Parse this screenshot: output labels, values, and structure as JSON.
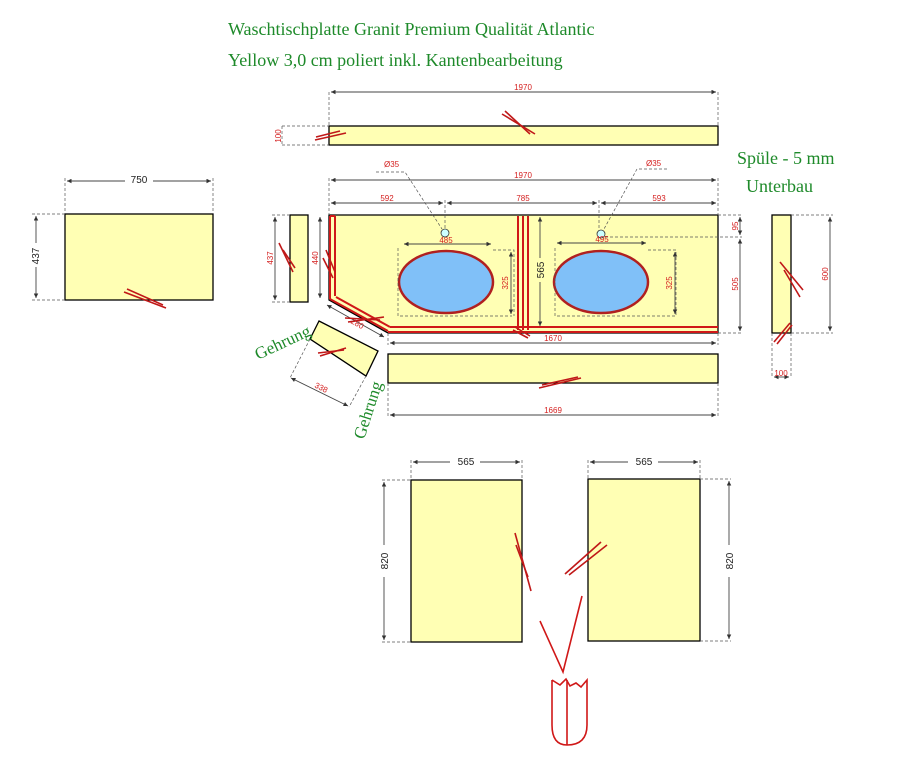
{
  "title": {
    "line1": "Waschtischplatte Granit Premium Qualität Atlantic",
    "line2": "Yellow 3,0 cm poliert inkl. Kantenbearbeitung"
  },
  "notes": {
    "sink": "Spüle - 5 mm",
    "mount": "Unterbau",
    "miter1": "Gehrung",
    "miter2": "Gehrung"
  },
  "top_strip": {
    "length": "1970",
    "height": "100"
  },
  "main_top": {
    "total_length": "1970",
    "seg_left": "592",
    "seg_mid": "785",
    "seg_right": "593",
    "hole_left": "Ø35",
    "hole_right": "Ø35",
    "sink_left_width": "485",
    "sink_right_width": "495",
    "sink_left_depth": "325",
    "sink_right_depth": "325",
    "depth": "565",
    "hole_offset": "95",
    "right_depth": "505",
    "bottom_length": "1670",
    "left_depth": "440",
    "miter_length": "280"
  },
  "side_left_small": {
    "height": "437"
  },
  "miter_piece": {
    "length": "338"
  },
  "front_strip": {
    "length": "1669"
  },
  "side_right": {
    "height": "600",
    "width": "100"
  },
  "left_panel": {
    "width": "750",
    "height": "437"
  },
  "bottom_left_panel": {
    "width": "565",
    "height": "820"
  },
  "bottom_right_panel": {
    "width": "565",
    "height": "820"
  }
}
